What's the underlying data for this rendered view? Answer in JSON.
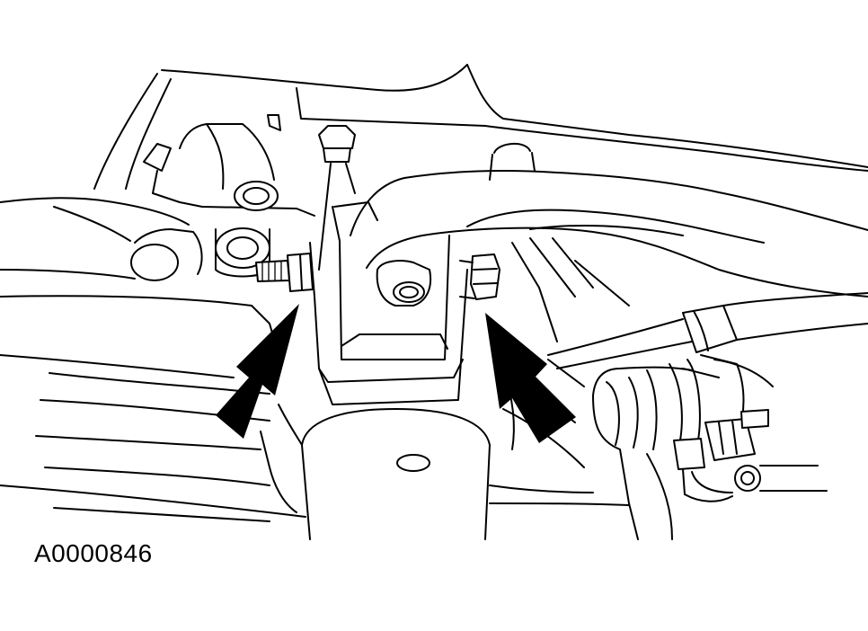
{
  "figure": {
    "id_label": "A0000846"
  },
  "callouts": [
    {
      "name": "left-arrow",
      "points_to": "left-nut"
    },
    {
      "name": "right-arrow",
      "points_to": "right-bolt"
    }
  ],
  "colors": {
    "line": "#000000",
    "background": "#ffffff"
  }
}
